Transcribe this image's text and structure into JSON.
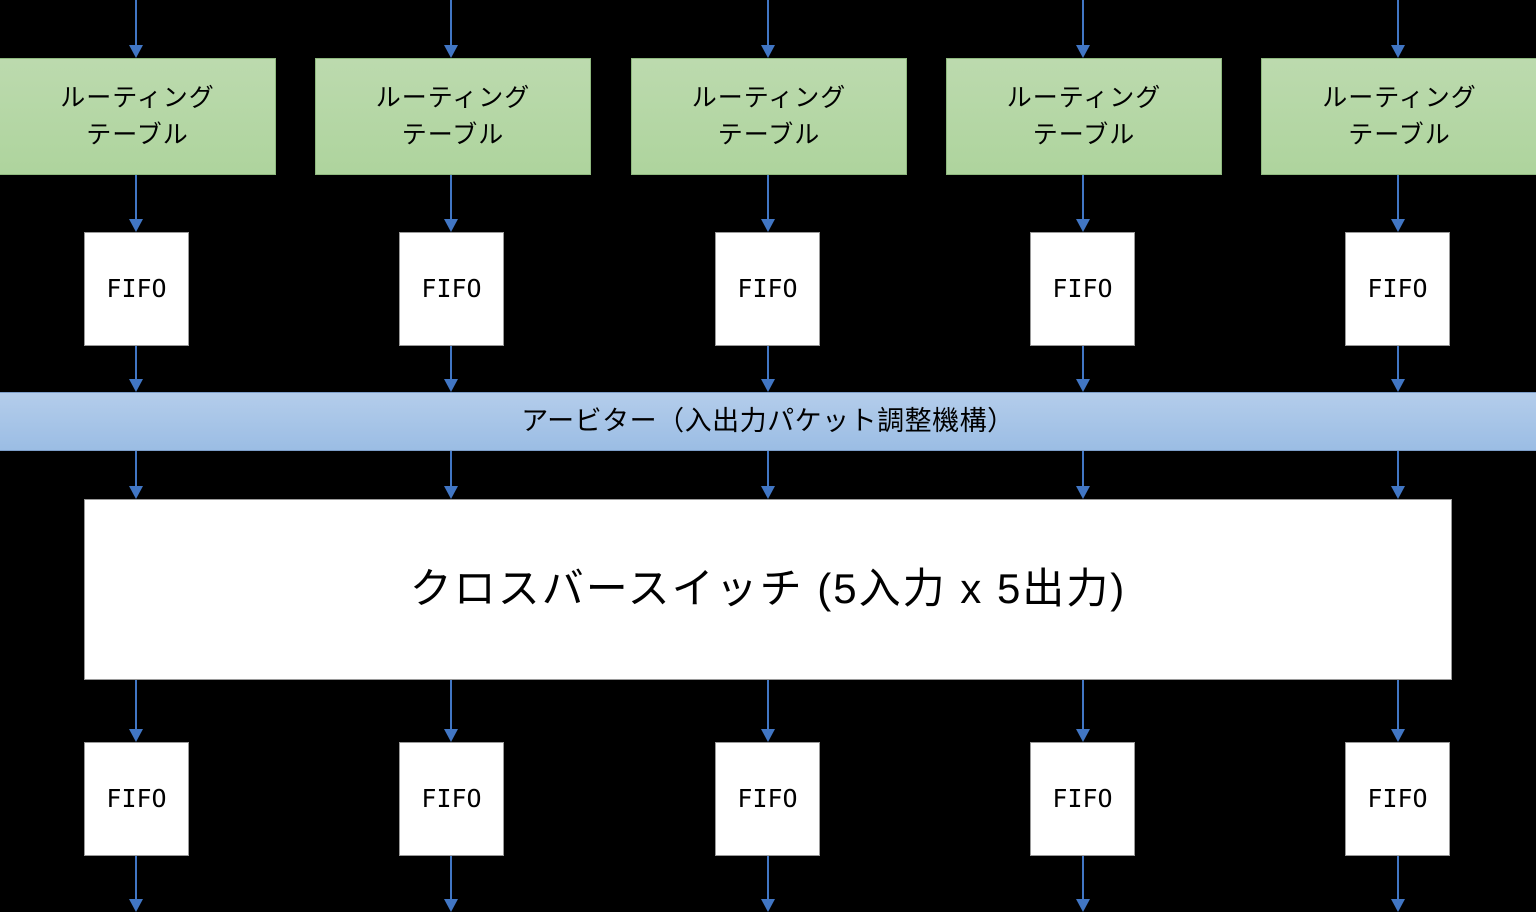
{
  "diagram": {
    "title": "router-architecture-block-diagram",
    "background_color": "#000000",
    "colors": {
      "routing_table_fill": "#b5d6a7",
      "routing_table_stroke": "#8fb97f",
      "fifo_fill": "#ffffff",
      "fifo_stroke": "#9a9a9a",
      "arbiter_fill": "#a3c2e8",
      "arbiter_stroke": "#7d9ec9",
      "crossbar_fill": "#ffffff",
      "crossbar_stroke": "#9a9a9a",
      "arrow_color": "#4176c4",
      "text_color": "#000000"
    },
    "columns": 5,
    "routing_tables": [
      {
        "label": "ルーティング\nテーブル"
      },
      {
        "label": "ルーティング\nテーブル"
      },
      {
        "label": "ルーティング\nテーブル"
      },
      {
        "label": "ルーティング\nテーブル"
      },
      {
        "label": "ルーティング\nテーブル"
      }
    ],
    "input_fifos": [
      {
        "label": "FIFO"
      },
      {
        "label": "FIFO"
      },
      {
        "label": "FIFO"
      },
      {
        "label": "FIFO"
      },
      {
        "label": "FIFO"
      }
    ],
    "arbiter": {
      "label": "アービター（入出力パケット調整機構）"
    },
    "crossbar": {
      "label": "クロスバースイッチ (5入力 x 5出力)"
    },
    "output_fifos": [
      {
        "label": "FIFO"
      },
      {
        "label": "FIFO"
      },
      {
        "label": "FIFO"
      },
      {
        "label": "FIFO"
      },
      {
        "label": "FIFO"
      }
    ]
  }
}
